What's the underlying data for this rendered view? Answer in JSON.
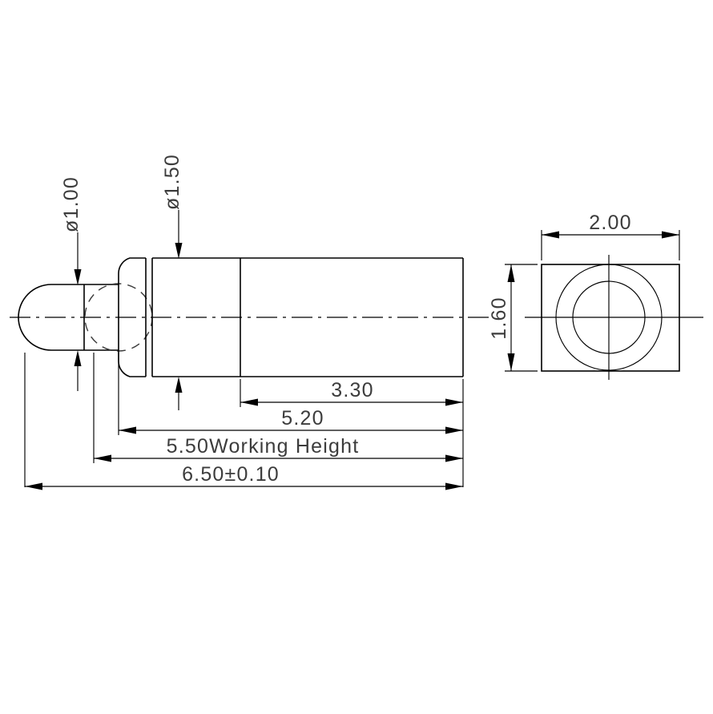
{
  "drawing": {
    "title": "Pogo Pin Dimensional Drawing",
    "units": "mm",
    "line_color": "#000000",
    "text_color": "#3c3c3c",
    "background": "#ffffff"
  },
  "side_view": {
    "name": "side-section-view",
    "diameters": [
      {
        "id": "tip",
        "label": "ø1.00",
        "value": 1.0,
        "orientation": "vertical",
        "leader": "down-arrow-to-top-edge"
      },
      {
        "id": "plunger",
        "label": "ø1.50",
        "value": 1.5,
        "orientation": "vertical",
        "leader": "down-arrow-to-top-edge"
      }
    ],
    "lengths": [
      {
        "id": "barrel",
        "label": "3.30",
        "value": 3.3
      },
      {
        "id": "sleeve",
        "label": "5.20",
        "value": 5.2
      },
      {
        "id": "working_height",
        "label": "5.50Working  Height",
        "value": 5.5,
        "note": "Working Height"
      },
      {
        "id": "overall",
        "label": "6.50±0.10",
        "value": 6.5,
        "tolerance": "±0.10"
      }
    ]
  },
  "end_view": {
    "name": "end-square-view",
    "width": {
      "label": "2.00",
      "value": 2.0,
      "orientation": "horizontal"
    },
    "height": {
      "label": "1.60",
      "value": 1.6,
      "orientation": "vertical"
    },
    "features": [
      {
        "id": "outer-circle",
        "shape": "circle"
      },
      {
        "id": "inner-circle",
        "shape": "circle"
      },
      {
        "id": "square-outline",
        "shape": "rectangle"
      }
    ]
  },
  "labels": {
    "dia_tip": "ø1.00",
    "dia_plunger": "ø1.50",
    "len_barrel": "3.30",
    "len_sleeve": "5.20",
    "len_working": "5.50Working  Height",
    "len_overall": "6.50±0.10",
    "end_width": "2.00",
    "end_height": "1.60"
  }
}
